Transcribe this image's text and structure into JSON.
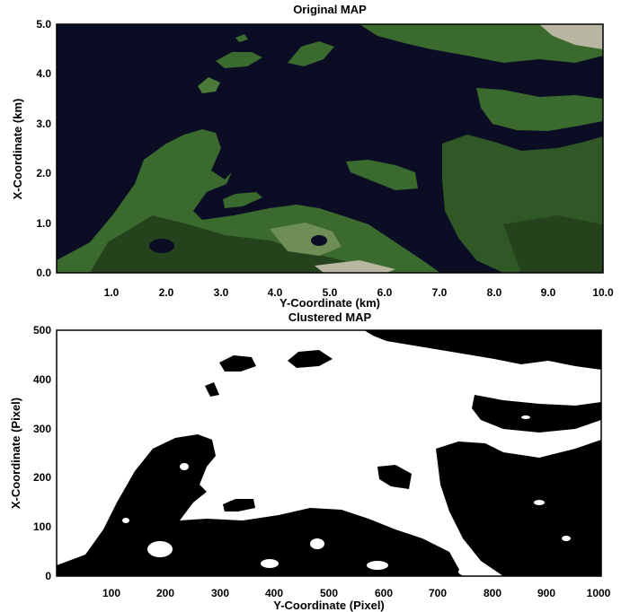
{
  "chart_data": [
    {
      "type": "image",
      "title": "Original MAP",
      "xlabel": "Y-Coordinate (km)",
      "ylabel": "X-Coordinate (km)",
      "xlim": [
        0,
        10
      ],
      "ylim": [
        0,
        5
      ],
      "xticks": [
        "1.0",
        "2.0",
        "3.0",
        "4.0",
        "5.0",
        "6.0",
        "7.0",
        "8.0",
        "9.0",
        "10.0"
      ],
      "yticks": [
        "0.0",
        "1.0",
        "2.0",
        "3.0",
        "4.0",
        "5.0"
      ],
      "colors": {
        "water": "#0a0d24",
        "land": "#3a6a2e",
        "land_dark": "#24431d",
        "bare": "#b8b6a0"
      }
    },
    {
      "type": "image",
      "title": "Clustered MAP",
      "xlabel": "Y-Coordinate (Pixel)",
      "ylabel": "X-Coordinate (Pixel)",
      "xlim": [
        0,
        1000
      ],
      "ylim": [
        0,
        500
      ],
      "xticks": [
        "100",
        "200",
        "300",
        "400",
        "500",
        "600",
        "700",
        "800",
        "900",
        "1000"
      ],
      "yticks": [
        "0",
        "100",
        "200",
        "300",
        "400",
        "500"
      ],
      "colors": {
        "land": "#000000",
        "water": "#ffffff"
      }
    }
  ]
}
